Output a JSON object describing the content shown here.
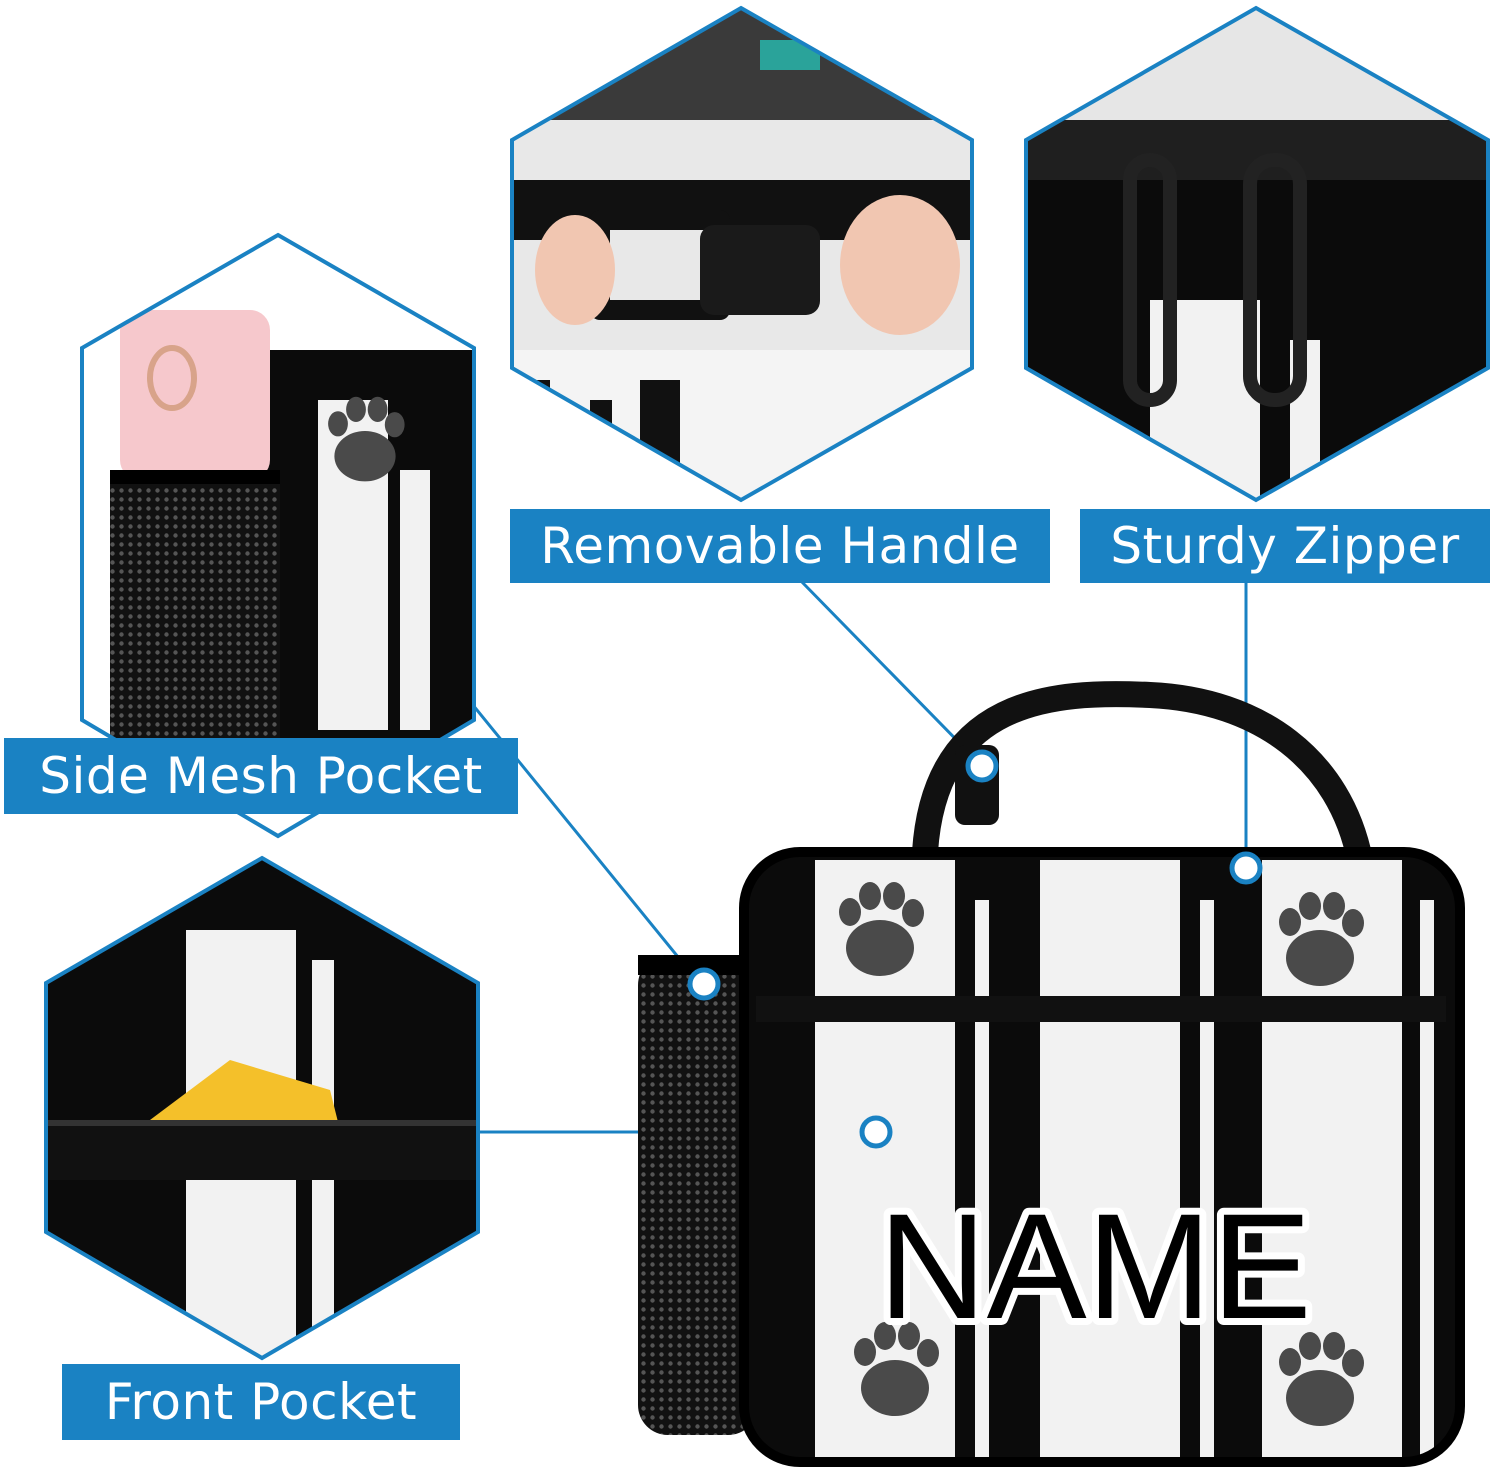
{
  "colors": {
    "accent": "#1a82c3",
    "bag_black": "#0b0b0b",
    "stripe_white": "#f2f2f2",
    "paw_gray": "#4a4a4a"
  },
  "features": {
    "removable_handle": "Removable Handle",
    "sturdy_zipper": "Sturdy Zipper",
    "side_mesh_pocket": "Side Mesh Pocket",
    "front_pocket": "Front Pocket"
  },
  "bag": {
    "name_text": "NAME"
  },
  "icons": {
    "pocket_marker": "circle-marker-icon",
    "paw": "paw-print-icon"
  }
}
